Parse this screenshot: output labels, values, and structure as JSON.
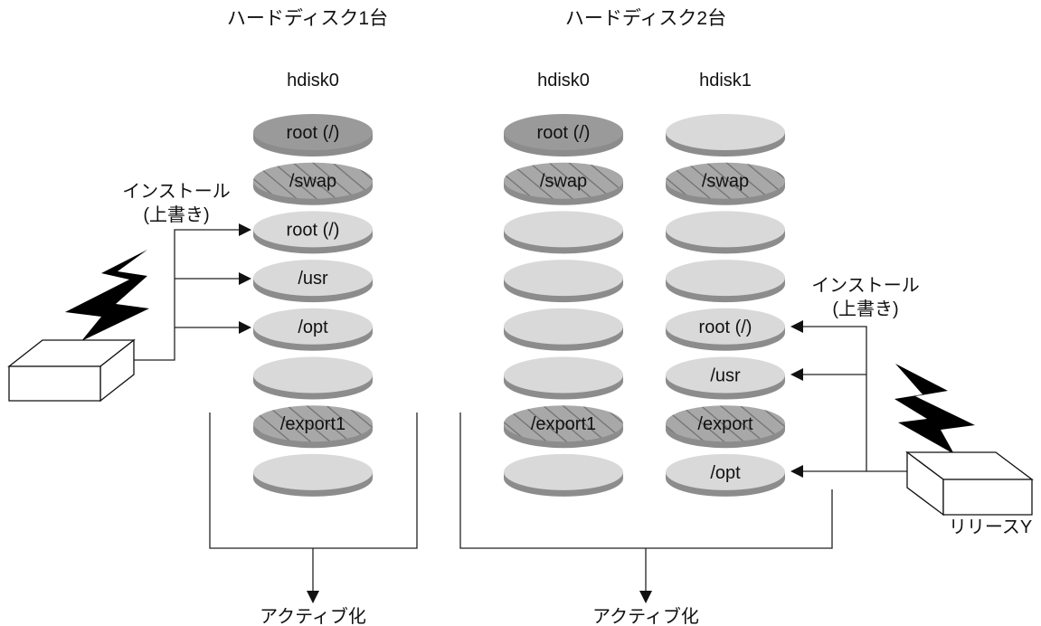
{
  "headings": {
    "one_disk": "ハードディスク1台",
    "two_disks": "ハードディスク2台"
  },
  "disks": {
    "left": {
      "name": "hdisk0",
      "slices": [
        {
          "label": "root (/)",
          "style": "dark"
        },
        {
          "label": "/swap",
          "style": "hatched"
        },
        {
          "label": "root (/)",
          "style": "light"
        },
        {
          "label": "/usr",
          "style": "light"
        },
        {
          "label": "/opt",
          "style": "light"
        },
        {
          "label": "",
          "style": "light"
        },
        {
          "label": "/export1",
          "style": "hatched"
        },
        {
          "label": "",
          "style": "light"
        }
      ]
    },
    "mid": {
      "name": "hdisk0",
      "slices": [
        {
          "label": "root (/)",
          "style": "dark"
        },
        {
          "label": "/swap",
          "style": "hatched"
        },
        {
          "label": "",
          "style": "light"
        },
        {
          "label": "",
          "style": "light"
        },
        {
          "label": "",
          "style": "light"
        },
        {
          "label": "",
          "style": "light"
        },
        {
          "label": "/export1",
          "style": "hatched"
        },
        {
          "label": "",
          "style": "light"
        }
      ]
    },
    "right": {
      "name": "hdisk1",
      "slices": [
        {
          "label": "",
          "style": "light"
        },
        {
          "label": "/swap",
          "style": "hatched"
        },
        {
          "label": "",
          "style": "light"
        },
        {
          "label": "",
          "style": "light"
        },
        {
          "label": "root (/)",
          "style": "light"
        },
        {
          "label": "/usr",
          "style": "light"
        },
        {
          "label": "/export",
          "style": "hatched"
        },
        {
          "label": "/opt",
          "style": "light"
        }
      ]
    }
  },
  "labels": {
    "install_left_line1": "インストール",
    "install_left_line2": "(上書き)",
    "install_right_line1": "インストール",
    "install_right_line2": "(上書き)",
    "release": "リリースY",
    "activate_left": "アクティブ化",
    "activate_right": "アクティブ化"
  },
  "colors": {
    "slice_dark_top": "#9a9a9a",
    "slice_light_top": "#d9d9d9",
    "slice_hatched_top": "#a8a8a8",
    "slice_side": "#8c8c8c",
    "hatch_line": "#6e6e6e"
  }
}
